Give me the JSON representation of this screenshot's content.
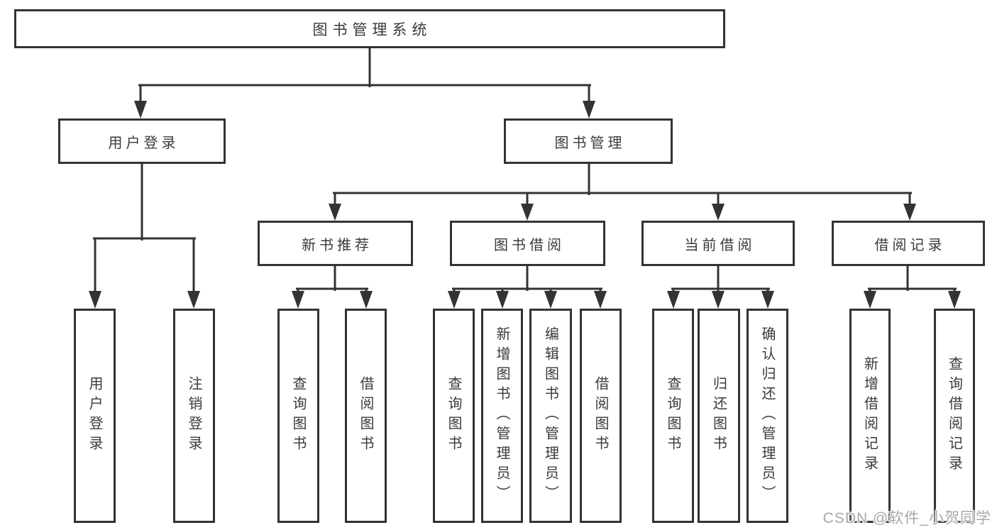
{
  "diagram": {
    "background_color": "#ffffff",
    "line_color": "#333333",
    "text_color": "#3a3a3a",
    "watermark": {
      "text": "CSDN @软件_小贺同学",
      "color": "#a8a8a8"
    },
    "tree": {
      "label": "图书管理系统",
      "children": [
        {
          "label": "用户登录",
          "children": [
            {
              "label": "用户登录"
            },
            {
              "label": "注销登录"
            }
          ]
        },
        {
          "label": "图书管理",
          "children": [
            {
              "label": "新书推荐",
              "children": [
                {
                  "label": "查询图书"
                },
                {
                  "label": "借阅图书"
                }
              ]
            },
            {
              "label": "图书借阅",
              "children": [
                {
                  "label": "查询图书"
                },
                {
                  "label": "新增图书（管理员）"
                },
                {
                  "label": "编辑图书（管理员）"
                },
                {
                  "label": "借阅图书"
                }
              ]
            },
            {
              "label": "当前借阅",
              "children": [
                {
                  "label": "查询图书"
                },
                {
                  "label": "归还图书"
                },
                {
                  "label": "确认归还（管理员）"
                }
              ]
            },
            {
              "label": "借阅记录",
              "children": [
                {
                  "label": "新增借阅记录"
                },
                {
                  "label": "查询借阅记录"
                }
              ]
            }
          ]
        }
      ]
    }
  }
}
